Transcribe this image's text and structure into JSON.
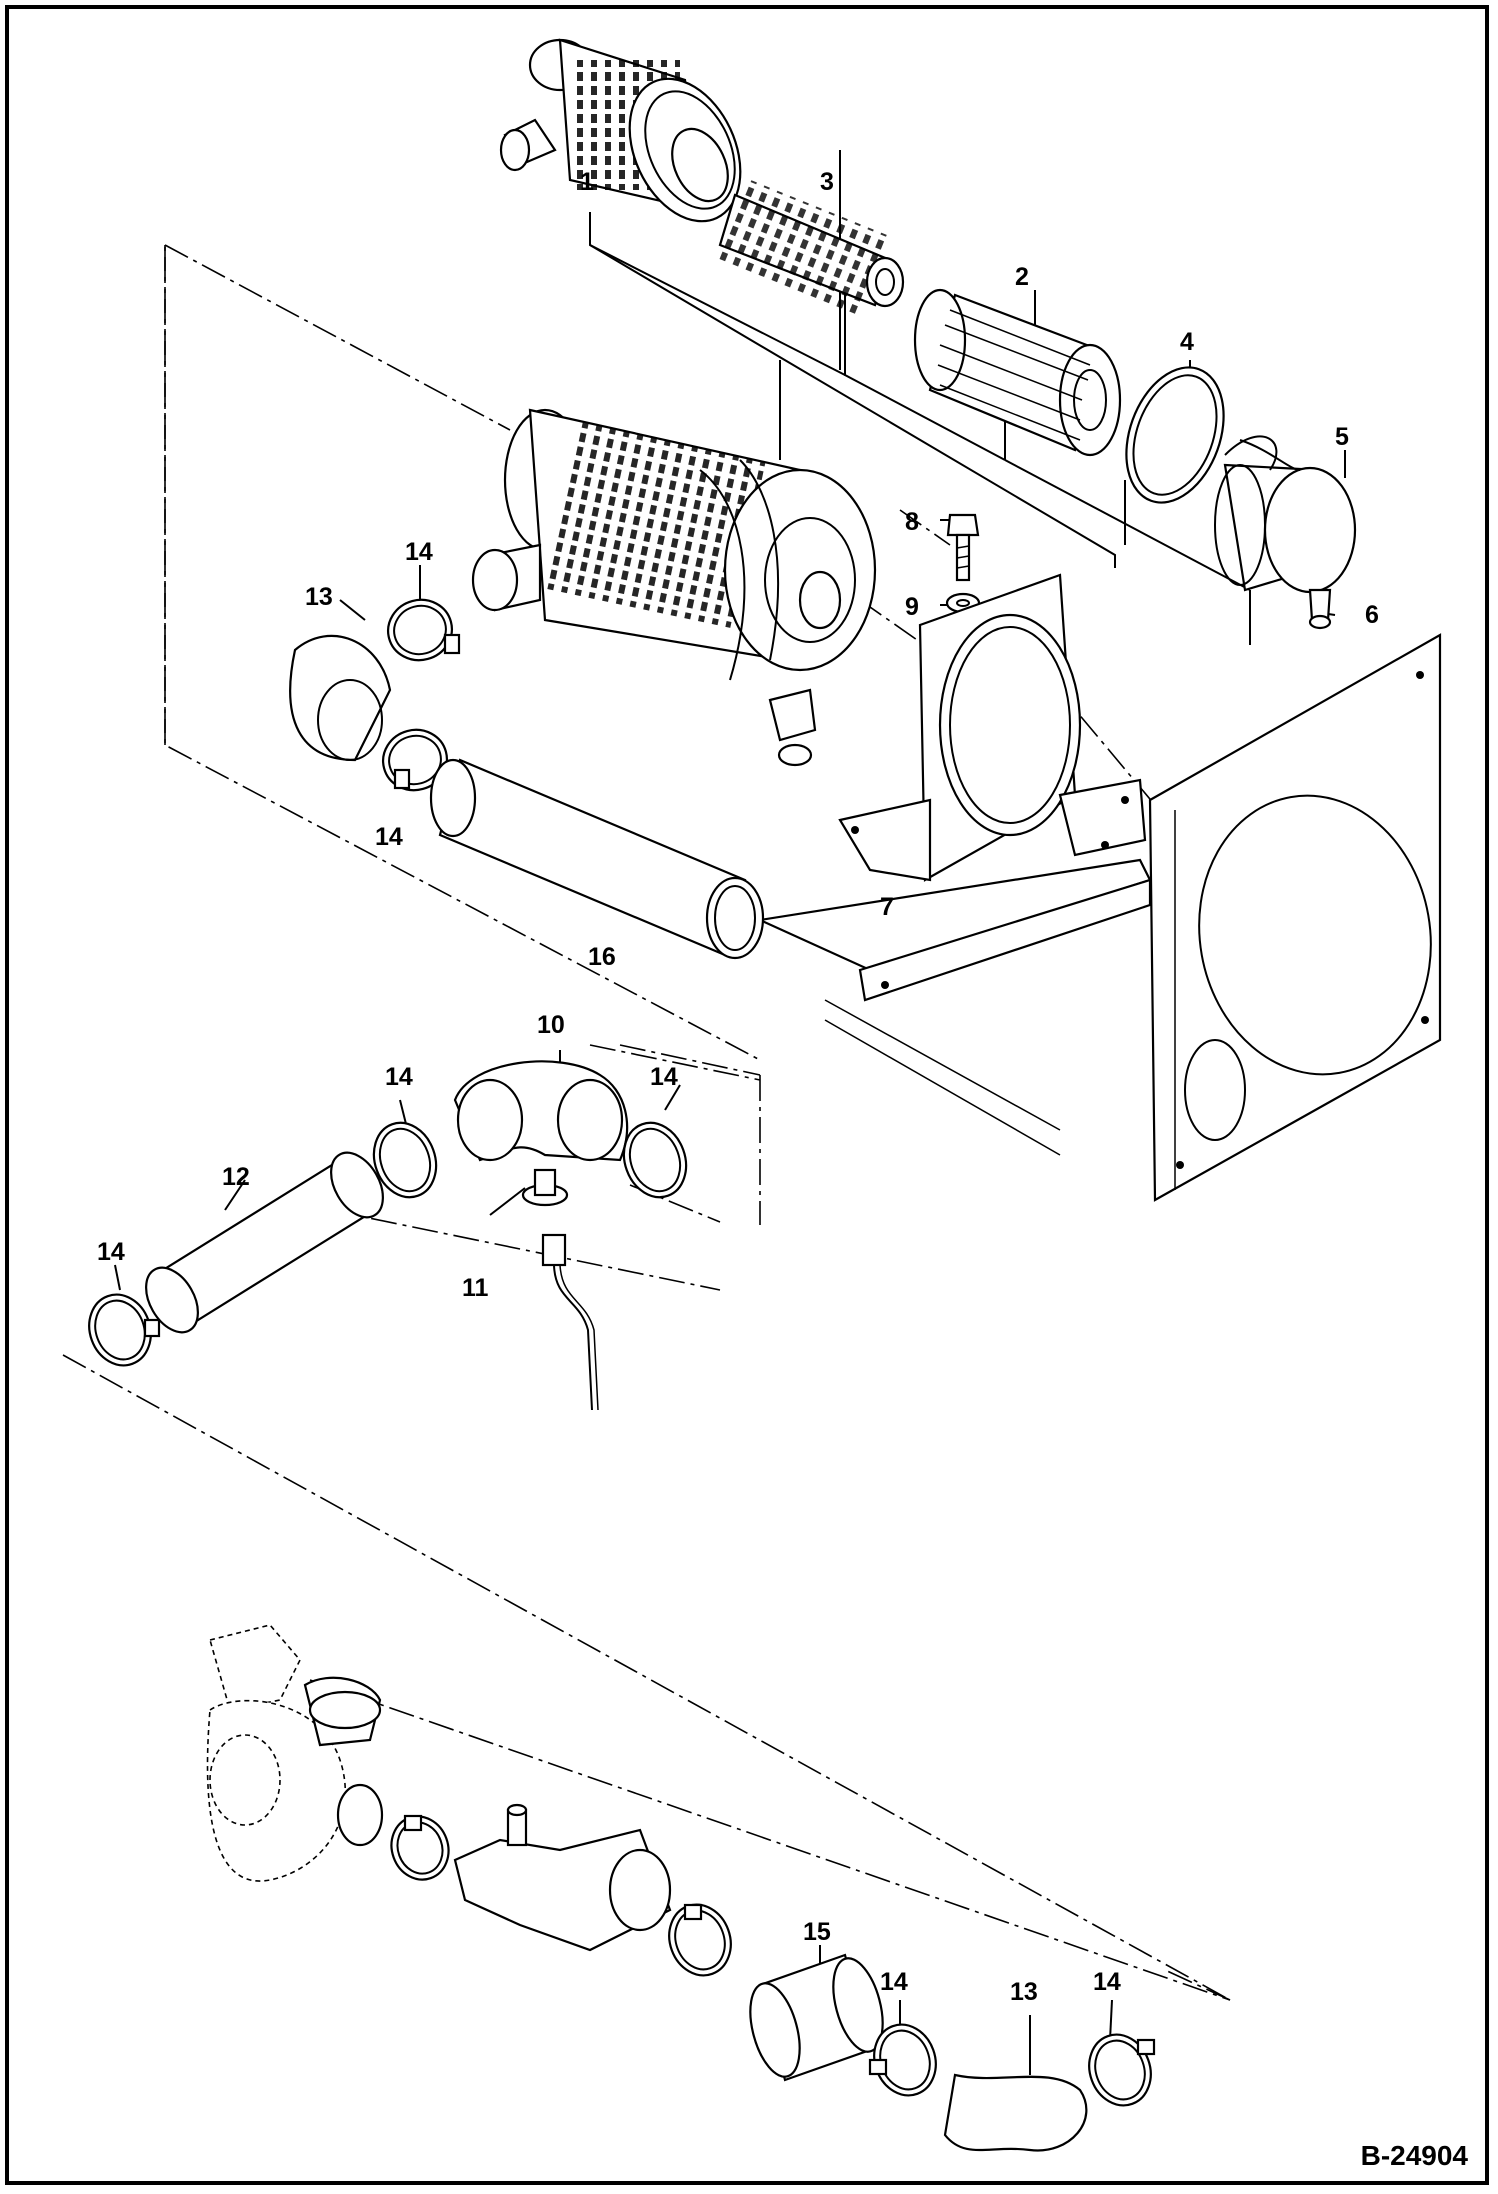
{
  "drawing_number": "B-24904",
  "callouts": {
    "c1": "1",
    "c2": "2",
    "c3": "3",
    "c4": "4",
    "c5": "5",
    "c6": "6",
    "c7": "7",
    "c8": "8",
    "c9": "9",
    "c10": "10",
    "c11": "11",
    "c12": "12",
    "c13a": "13",
    "c13b": "13",
    "c14a": "14",
    "c14b": "14",
    "c14c": "14",
    "c14d": "14",
    "c14e": "14",
    "c14f": "14",
    "c14g": "14",
    "c15": "15",
    "c16": "16"
  }
}
